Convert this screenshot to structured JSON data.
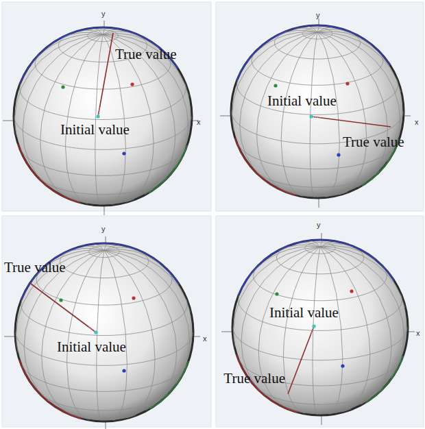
{
  "diagram": {
    "labels": [
      "y",
      "True value",
      "x",
      "Initial value",
      "y",
      "Initial value",
      "x",
      "True value",
      "y",
      "True value",
      "x",
      "Initial value",
      "y",
      "Initial value",
      "x",
      "True value"
    ]
  }
}
